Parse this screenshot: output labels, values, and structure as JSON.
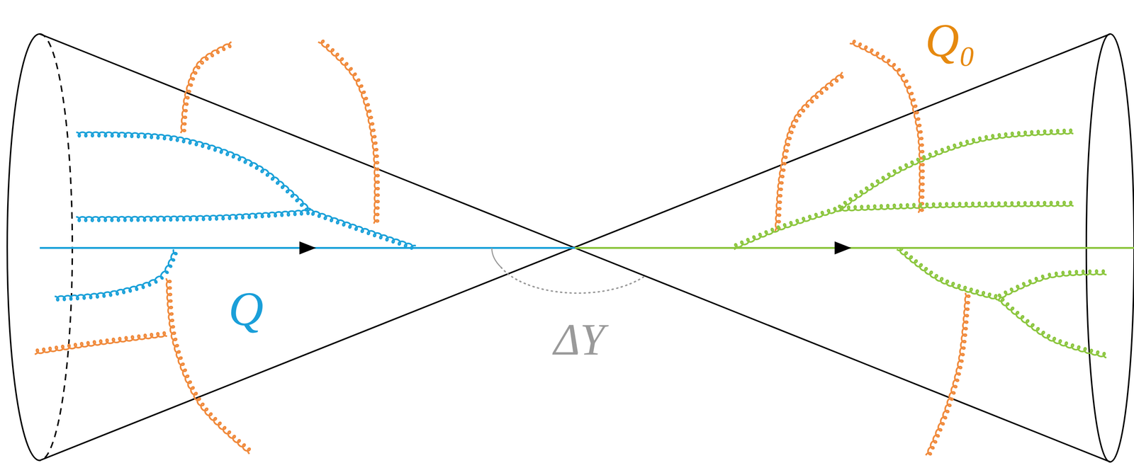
{
  "diagram": {
    "labels": [
      "Q",
      "Q₀",
      "ΔY"
    ]
  }
}
